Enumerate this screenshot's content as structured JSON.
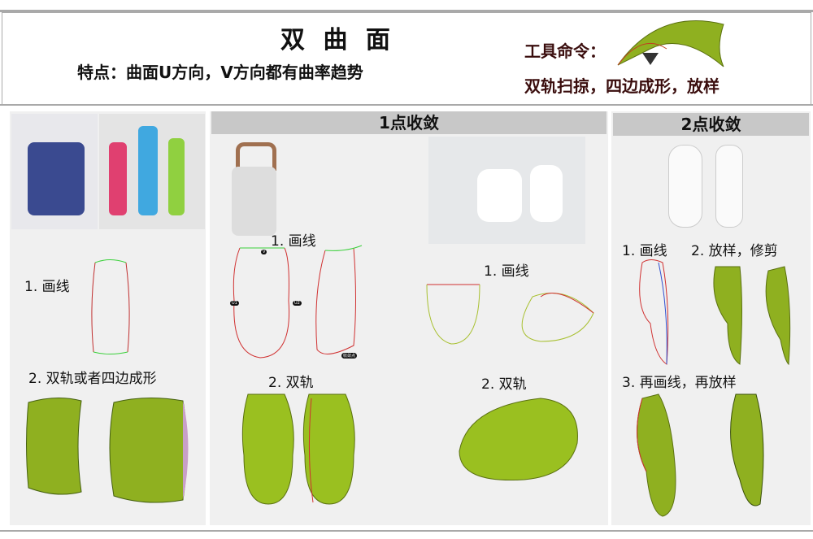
{
  "header": {
    "title": "双 曲 面",
    "feature": "特点：曲面U方向，V方向都有曲率趋势",
    "tool_label": "工具命令：",
    "tool_commands": "双轨扫掠，四边成形，放样"
  },
  "left": {
    "step1": "1. 画线",
    "step2": "2. 双轨或者四边成形"
  },
  "middle": {
    "title": "1点收敛",
    "a_step1": "1. 画线",
    "a_step2": "2. 双轨",
    "b_step1": "1. 画线",
    "b_step2": "2. 双轨",
    "tags": {
      "v": "V",
      "u1": "U1",
      "u2": "U2",
      "converge": "收敛点"
    }
  },
  "right": {
    "title": "2点收敛",
    "step1": "1. 画线",
    "step2": "2. 放样，修剪",
    "step3": "3. 再画线，再放样"
  },
  "colors": {
    "surface": "#8fb020",
    "rail": "#d03030",
    "section": "#3ad03a",
    "bar": "#c8c8c8",
    "panel": "#f0f0f0"
  }
}
